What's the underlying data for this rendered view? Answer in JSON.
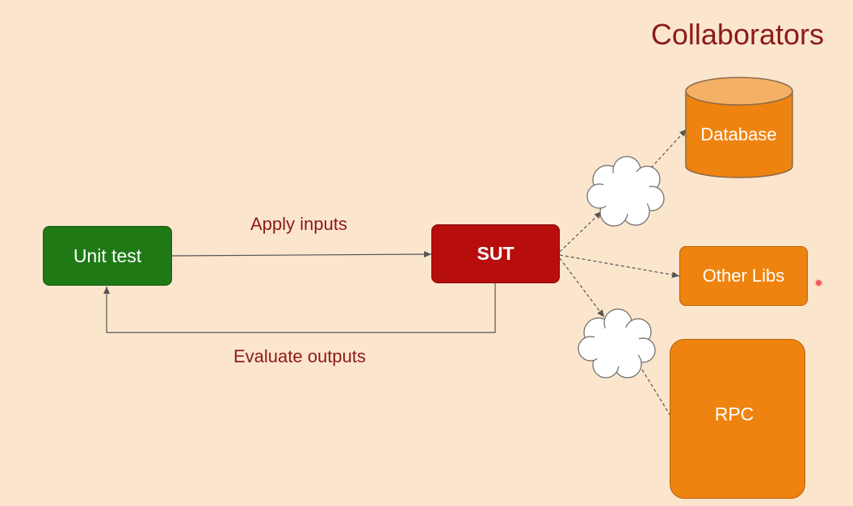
{
  "slide": {
    "title": "Collaborators",
    "background": "#fce5cd",
    "title_color": "#8b1a1a"
  },
  "nodes": {
    "unit_test": {
      "label": "Unit test",
      "color": "#1f7a16"
    },
    "sut": {
      "label": "SUT",
      "color": "#b70d0d"
    },
    "database": {
      "label": "Database",
      "color": "#ef830f",
      "shape": "cylinder"
    },
    "other_libs": {
      "label": "Other Libs",
      "color": "#ef830f"
    },
    "rpc": {
      "label": "RPC",
      "color": "#ef830f",
      "icon": "desktop-monitor-icon"
    }
  },
  "edges": {
    "apply_inputs": "Apply inputs",
    "evaluate_outputs": "Evaluate outputs"
  },
  "icons": [
    "cloud-icon",
    "desktop-monitor-icon",
    "laser-pointer-icon"
  ]
}
